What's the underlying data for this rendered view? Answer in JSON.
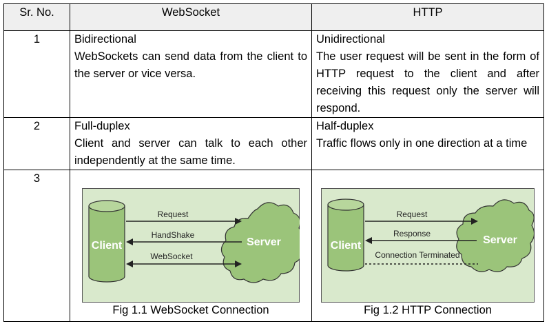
{
  "headers": {
    "sr": "Sr. No.",
    "websocket": "WebSocket",
    "http": "HTTP"
  },
  "rows": [
    {
      "sr": "1",
      "ws_title": "Bidirectional",
      "ws_desc": "WebSockets can send data from the client to the server or vice versa.",
      "http_title": "Unidirectional",
      "http_desc": "The user request will be sent in the form of HTTP request to the client and after receiving this request only the server will respond."
    },
    {
      "sr": "2",
      "ws_title": "Full-duplex",
      "ws_desc": "Client and server can talk to each other independently at the same time.",
      "http_title": "Half-duplex",
      "http_desc": "Traffic flows only in one direction at a time"
    },
    {
      "sr": "3"
    }
  ],
  "fig_ws": {
    "client": "Client",
    "server": "Server",
    "arrow1": "Request",
    "arrow2": "HandShake",
    "arrow3": "WebSocket",
    "caption": "Fig 1.1 WebSocket Connection"
  },
  "fig_http": {
    "client": "Client",
    "server": "Server",
    "arrow1": "Request",
    "arrow2": "Response",
    "arrow3": "Connection Terminated",
    "caption": "Fig 1.2 HTTP Connection"
  },
  "colors": {
    "figure_bg": "#d9e9cc",
    "cylinder": "#9bc47a",
    "cloud": "#9bc47a",
    "label_text": "#ffffff",
    "header_bg": "#efefef"
  }
}
